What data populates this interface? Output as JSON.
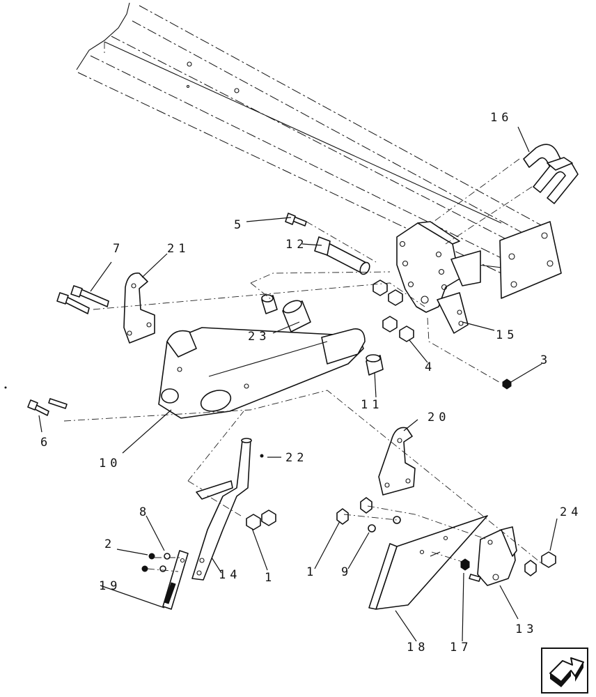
{
  "callouts": {
    "c1a": "1",
    "c1b": "1",
    "c2": "2",
    "c3": "3",
    "c4": "4",
    "c5": "5",
    "c6": "6",
    "c7": "7",
    "c8": "8",
    "c9": "9",
    "c10": "10",
    "c11": "11",
    "c12": "12",
    "c13": "13",
    "c14": "14",
    "c15": "15",
    "c16": "16",
    "c17": "17",
    "c18": "18",
    "c19": "19",
    "c20": "20",
    "c21": "21",
    "c22": "22",
    "c23": "23",
    "c24": "24"
  },
  "icons": {
    "nav": "next-page-arrow-icon"
  }
}
